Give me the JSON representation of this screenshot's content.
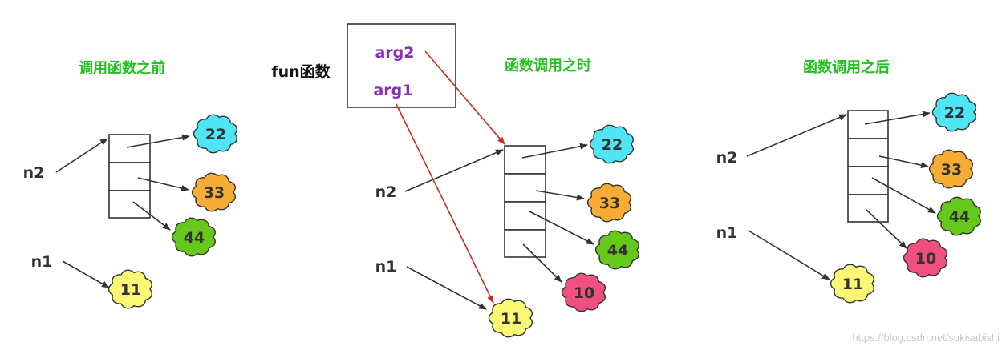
{
  "colors": {
    "title_green": "#22c21e",
    "arg_purple": "#8a2cb5",
    "red_arrow": "#cc2a1a",
    "line": "#333333",
    "cyan": "#4ee6f7",
    "orange": "#f7ad35",
    "green": "#67c81c",
    "yellow": "#fbf876",
    "pink": "#f24f81"
  },
  "panel_before": {
    "title": "调用函数之前",
    "n2_label": "n2",
    "n1_label": "n1",
    "values": [
      "22",
      "33",
      "44"
    ],
    "n1_value": "11"
  },
  "fun_box": {
    "label": "fun函数",
    "arg2": "arg2",
    "arg1": "arg1"
  },
  "panel_during": {
    "title": "函数调用之时",
    "n2_label": "n2",
    "n1_label": "n1",
    "values": [
      "22",
      "33",
      "44",
      "10"
    ],
    "n1_value": "11"
  },
  "panel_after": {
    "title": "函数调用之后",
    "n2_label": "n2",
    "n1_label": "n1",
    "values": [
      "22",
      "33",
      "44",
      "10"
    ],
    "n1_value": "11"
  },
  "watermark": "https://blog.csdn.net/sukisabishi"
}
